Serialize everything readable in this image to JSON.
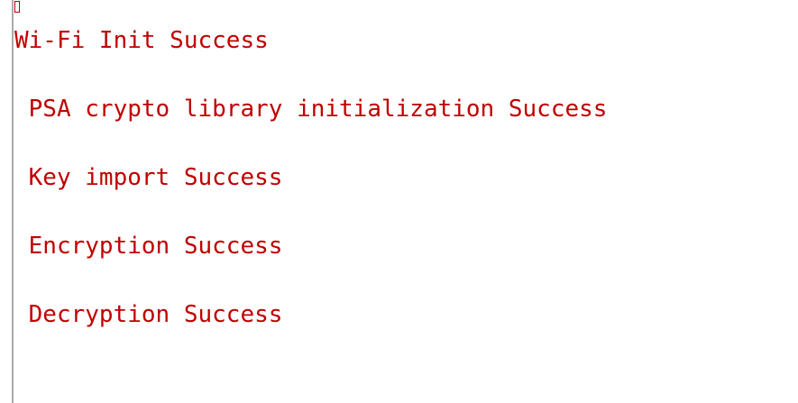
{
  "console": {
    "lines": [
      "Wi-Fi Init Success",
      " PSA crypto library initialization Success",
      " Key import Success",
      " Encryption Success",
      " Decryption Success"
    ]
  },
  "colors": {
    "text": "#c00000",
    "background": "#ffffff",
    "border": "#a9a9a9"
  }
}
